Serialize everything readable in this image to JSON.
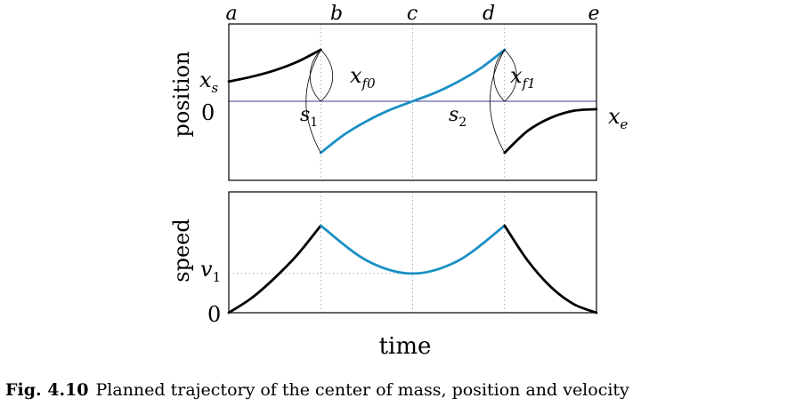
{
  "chart_data": [
    {
      "type": "line",
      "ylabel": "position",
      "x_ticks": [
        "a",
        "b",
        "c",
        "d",
        "e"
      ],
      "y_tick_labels": {
        "xs": "x",
        "xs_sub": "s",
        "zero": "0"
      },
      "grid": "dotted vertical lines at b, c, d",
      "series": [
        {
          "color": "#000000",
          "x": [
            0,
            0.25,
            0.5,
            0.75,
            1.0
          ],
          "y": [
            0.5,
            0.62,
            0.78,
            1.0,
            1.3
          ]
        },
        {
          "color": "#1a8fc4",
          "x": [
            1.0,
            1.25,
            1.5,
            1.75,
            2.0,
            2.25,
            2.5,
            2.75,
            3.0
          ],
          "y": [
            -1.3,
            -0.85,
            -0.5,
            -0.22,
            0,
            0.22,
            0.5,
            0.85,
            1.3
          ]
        },
        {
          "color": "#000000",
          "x": [
            3.0,
            3.25,
            3.5,
            3.75,
            4.0
          ],
          "y": [
            -1.3,
            -0.75,
            -0.42,
            -0.24,
            -0.2
          ]
        }
      ],
      "reference_line": {
        "y": 0,
        "color": "#3a3a8c"
      },
      "annotations": [
        {
          "base": "x",
          "sub": "f0"
        },
        {
          "base": "x",
          "sub": "f1"
        },
        {
          "base": "s",
          "sub": "1"
        },
        {
          "base": "s",
          "sub": "2"
        },
        {
          "base": "x",
          "sub": "e"
        }
      ]
    },
    {
      "type": "line",
      "xlabel": "time",
      "ylabel": "speed",
      "y_tick_labels": {
        "v1": "v",
        "v1_sub": "1",
        "zero": "0"
      },
      "grid": "dotted vertical lines at b, c, d; dotted horizontal line at v1",
      "series": [
        {
          "color": "#000000",
          "x": [
            0,
            0.25,
            0.5,
            0.75,
            1.0
          ],
          "y": [
            0,
            0.17,
            0.4,
            0.67,
            1.0
          ]
        },
        {
          "color": "#1a8fc4",
          "x": [
            1.0,
            1.5,
            2.0,
            2.5,
            3.0
          ],
          "y": [
            1.0,
            0.6,
            0.45,
            0.6,
            1.0
          ]
        },
        {
          "color": "#000000",
          "x": [
            3.0,
            3.25,
            3.5,
            3.75,
            4.0
          ],
          "y": [
            1.0,
            0.6,
            0.3,
            0.1,
            0
          ]
        }
      ],
      "v1_value": 0.45
    }
  ],
  "caption": {
    "label": "Fig. 4.10",
    "text": "Planned trajectory of the center of mass, position and velocity"
  }
}
